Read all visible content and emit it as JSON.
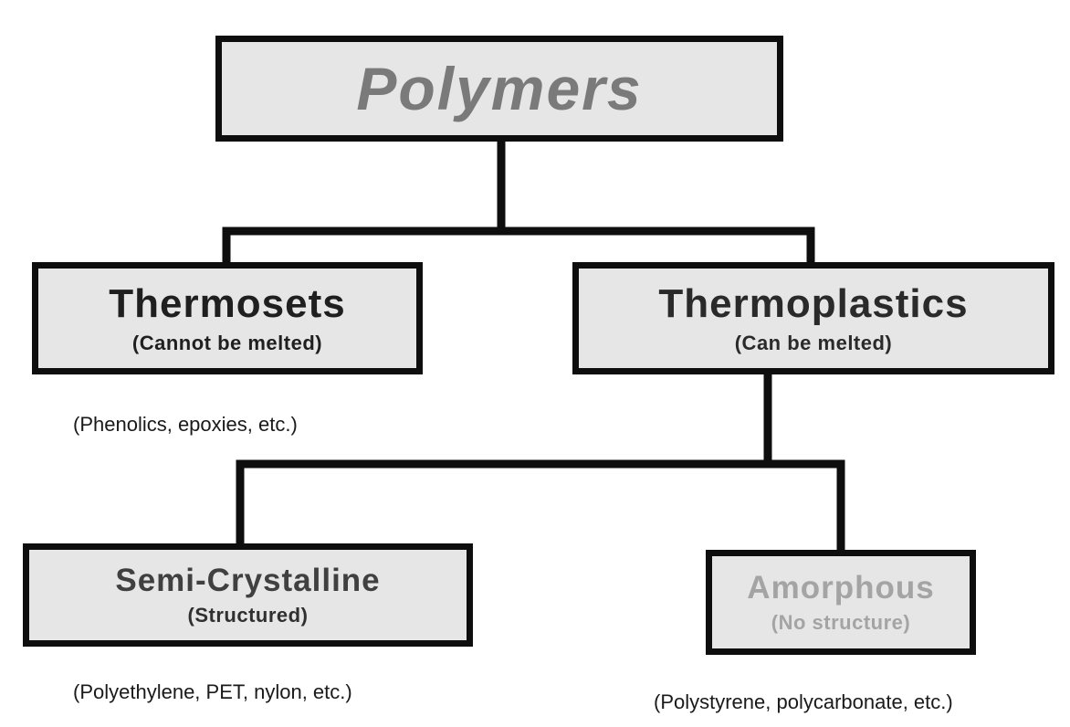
{
  "diagram": {
    "root": {
      "title": "Polymers"
    },
    "thermosets": {
      "title": "Thermosets",
      "subtitle": "(Cannot be melted)",
      "examples": "(Phenolics, epoxies, etc.)"
    },
    "thermoplastics": {
      "title": "Thermoplastics",
      "subtitle": "(Can be melted)"
    },
    "semi_crystalline": {
      "title": "Semi-Crystalline",
      "subtitle": "(Structured)",
      "examples": "(Polyethylene, PET, nylon, etc.)"
    },
    "amorphous": {
      "title": "Amorphous",
      "subtitle": "(No structure)",
      "examples": "(Polystyrene, polycarbonate, etc.)"
    },
    "colors": {
      "line": "#0e0e0e",
      "box_fill": "#e6e6e6",
      "root_text": "#7a7a7a",
      "amorphous_text": "#a4a4a4"
    }
  }
}
